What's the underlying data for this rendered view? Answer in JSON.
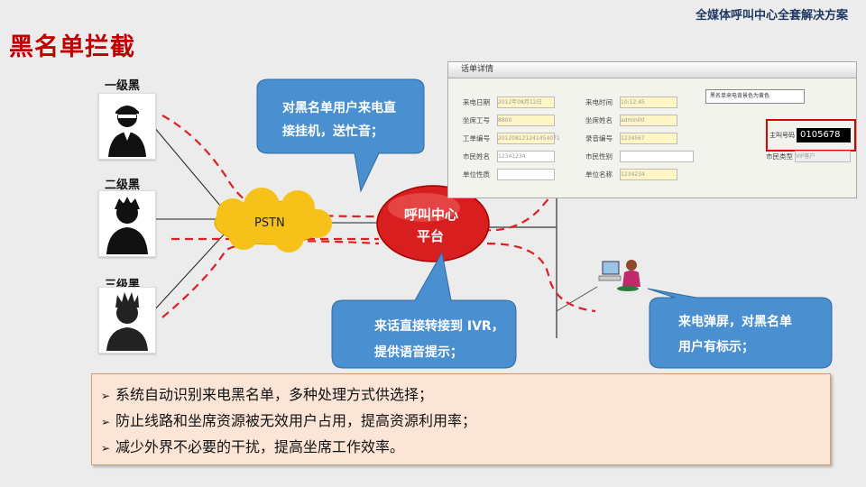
{
  "header": {
    "top_right": "全媒体呼叫中心全套解决方案",
    "title": "黑名单拦截"
  },
  "levels": [
    "一级黑",
    "二级黑",
    "三级黑"
  ],
  "pstn_label": "PSTN",
  "center_label": [
    "呼叫中心",
    "平台"
  ],
  "callouts": {
    "hangup": [
      "对黑名单用户来电直",
      "接挂机，送忙音；"
    ],
    "ivr": [
      "来话直接转接到 IVR，",
      "提供语音提示；"
    ],
    "popup": [
      "来电弹屏，对黑名单",
      "用户有标示；"
    ]
  },
  "screen": {
    "title": "话单详情",
    "note": "黑名单来电背景色为黄色",
    "fields": [
      {
        "label": "来电日期",
        "value": "2012年08月12日"
      },
      {
        "label": "来电时间",
        "value": "10:12:45"
      },
      {
        "label": "坐席工号",
        "value": "8800"
      },
      {
        "label": "坐席姓名",
        "value": "admin00"
      },
      {
        "label": "工单编号",
        "value": "201208121241454071"
      },
      {
        "label": "录音编号",
        "value": "1234567"
      },
      {
        "label": "市民姓名",
        "value": "12341234"
      },
      {
        "label": "市民性别",
        "value": ""
      },
      {
        "label": "单位性质",
        "value": ""
      },
      {
        "label": "单位名称",
        "value": "1234234"
      },
      {
        "label": "主叫号码",
        "value": "0105678"
      },
      {
        "label": "市民类型",
        "value": "VIP客户"
      }
    ]
  },
  "bullets": [
    "系统自动识别来电黑名单，多种处理方式供选择；",
    "防止线路和坐席资源被无效用户占用，提高资源利用率；",
    "减少外界不必要的干扰，提高坐席工作效率。"
  ],
  "colors": {
    "title": "#c00000",
    "callout": "#4a8fcf",
    "center": "#d81e1e",
    "pstn": "#f6c21a",
    "dash": "#e02020"
  }
}
